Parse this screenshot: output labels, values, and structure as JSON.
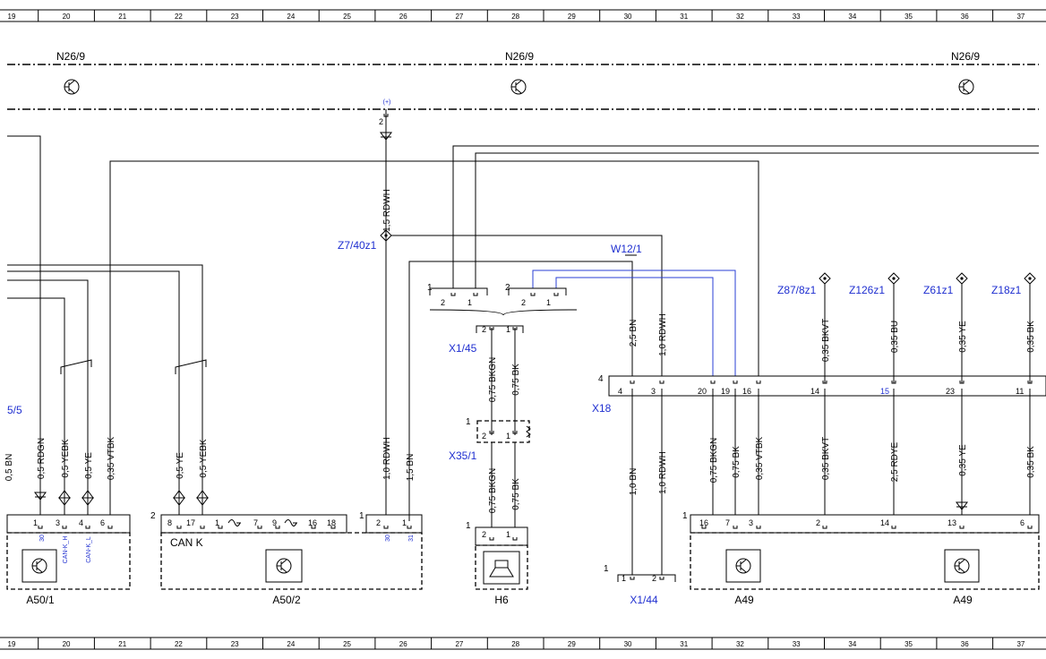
{
  "ruler": {
    "columns": [
      "19",
      "20",
      "21",
      "22",
      "23",
      "24",
      "25",
      "26",
      "27",
      "28",
      "29",
      "30",
      "31",
      "32",
      "33",
      "34",
      "35",
      "36",
      "37"
    ]
  },
  "top_components": [
    "N26/9",
    "N26/9",
    "N26/9"
  ],
  "connector_labels": {
    "z7": "Z7/40z1",
    "w12": "W12/1",
    "x145": "X1/45",
    "x18": "X18",
    "x351": "X35/1",
    "x144": "X1/44",
    "z87": "Z87/8z1",
    "z126": "Z126z1",
    "z61": "Z61z1",
    "z18": "Z18z1",
    "a55": "5/5"
  },
  "plus_mark": "(+)",
  "wires": {
    "left_bn": "0,5 BN",
    "rdgn": "0,5 RDGN",
    "yebk1": "0,5 YEBK",
    "ye1": "0,5 YE",
    "vtbk1": "0,35 VTBK",
    "ye2": "0,5 YE",
    "yebk2": "0,5 YEBK",
    "rdwh15": "1,5 RDWH",
    "rdwh10a": "1,0 RDWH",
    "bn15": "1,5 BN",
    "bkgn_a": "0,75 BKGN",
    "bk_a": "0,75 BK",
    "bkgn_b": "0,75 BKGN",
    "bk_b": "0,75 BK",
    "bn25": "2,5 BN",
    "rdwh10b": "1,0 RDWH",
    "bn10": "1,0 BN",
    "rdwh10c": "1,0 RDWH",
    "bkgn_c": "0,75 BKGN",
    "bk_c": "0,75 BK",
    "vtbk2": "0,35 VTBK",
    "bkvt_top": "0,35 BKVT",
    "bu": "0,35 BU",
    "ye_top": "0,35 YE",
    "bk_top": "0,35 BK",
    "bkvt_bot": "0,35 BKVT",
    "rdye": "2,5 RDYE",
    "ye_bot": "0,35 YE",
    "bk_bot": "0,35 BK"
  },
  "pins": {
    "z7_pin": "2",
    "x145_upper": [
      "1",
      "2",
      "1",
      "2",
      "2",
      "1"
    ],
    "x145_lower": [
      "2",
      "1"
    ],
    "x18": [
      "4",
      "4",
      "3",
      "20",
      "19",
      "16",
      "14",
      "15",
      "23",
      "11"
    ],
    "x351": [
      "1",
      "2",
      "1"
    ],
    "a501": [
      "1",
      "3",
      "4",
      "6"
    ],
    "a502": [
      "2",
      "8",
      "17",
      "1",
      "7",
      "9",
      "16",
      "18"
    ],
    "a502b": [
      "1",
      "2",
      "1"
    ],
    "h6": [
      "1",
      "2",
      "1"
    ],
    "x144": [
      "1",
      "1",
      "2"
    ],
    "a49": [
      "1",
      "16",
      "7",
      "3",
      "2",
      "14",
      "13",
      "6"
    ]
  },
  "small_labels": {
    "p30a": "30",
    "canh": "CAN-K_H",
    "canl": "CAN-K_L",
    "p30b": "30",
    "p31": "31"
  },
  "can_label": "CAN K",
  "bottom_components": [
    "A50/1",
    "A50/2",
    "H6",
    "X1/44",
    "A49",
    "A49"
  ]
}
